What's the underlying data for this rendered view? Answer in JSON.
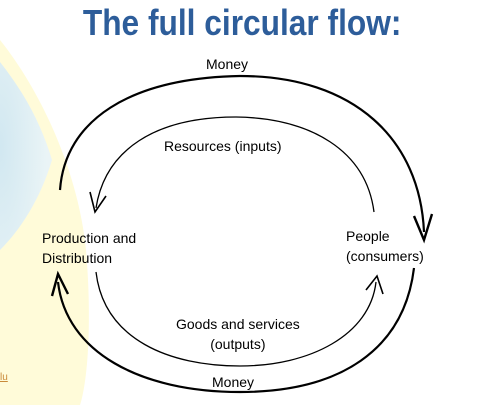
{
  "slide": {
    "title": "The full circular flow:",
    "corner_text": "lu"
  },
  "diagram": {
    "nodes": {
      "producer": "Production and\nDistribution",
      "consumer": "People\n(consumers)"
    },
    "flows": {
      "money_top": "Money",
      "resources": "Resources (inputs)",
      "goods": "Goods and services\n(outputs)",
      "money_bottom": "Money"
    }
  },
  "colors": {
    "title": "#2d5d9a",
    "backdrop_yellow": "#fffbd9",
    "backdrop_blue": "#d8ecf8",
    "ink": "#000000"
  }
}
